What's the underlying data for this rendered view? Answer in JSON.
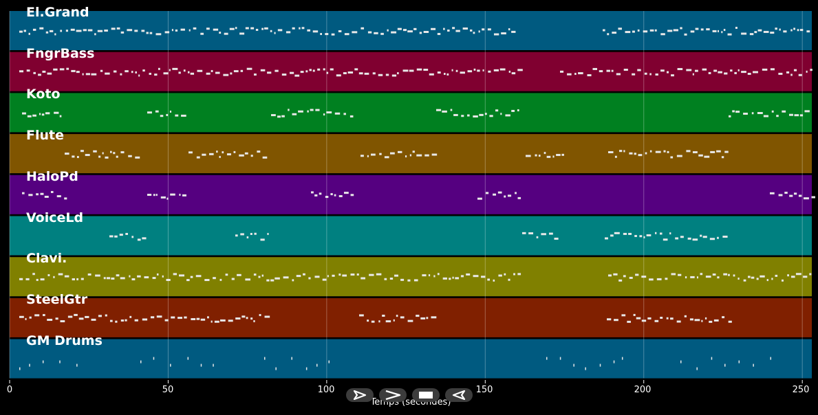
{
  "tracks": [
    {
      "name": "El.Grand",
      "color": "#005a80"
    },
    {
      "name": "FngrBass",
      "color": "#800030"
    },
    {
      "name": "Koto",
      "color": "#008020"
    },
    {
      "name": "Flute",
      "color": "#805500"
    },
    {
      "name": "HaloPd",
      "color": "#550080"
    },
    {
      "name": "VoiceLd",
      "color": "#008080"
    },
    {
      "name": "Clavi.",
      "color": "#808000"
    },
    {
      "name": "SteelGtr",
      "color": "#802000"
    },
    {
      "name": "GM Drums",
      "color": "#005a80"
    }
  ],
  "axis": {
    "label": "Temps (secondes)",
    "ticks": [
      "0",
      "50",
      "100",
      "150",
      "200",
      "250"
    ],
    "range": [
      0,
      253
    ]
  },
  "controls": {
    "play_icon": "play-icon",
    "fast_forward_icon": "fast-forward-icon",
    "stop_icon": "stop-icon",
    "rewind_icon": "rewind-icon"
  }
}
